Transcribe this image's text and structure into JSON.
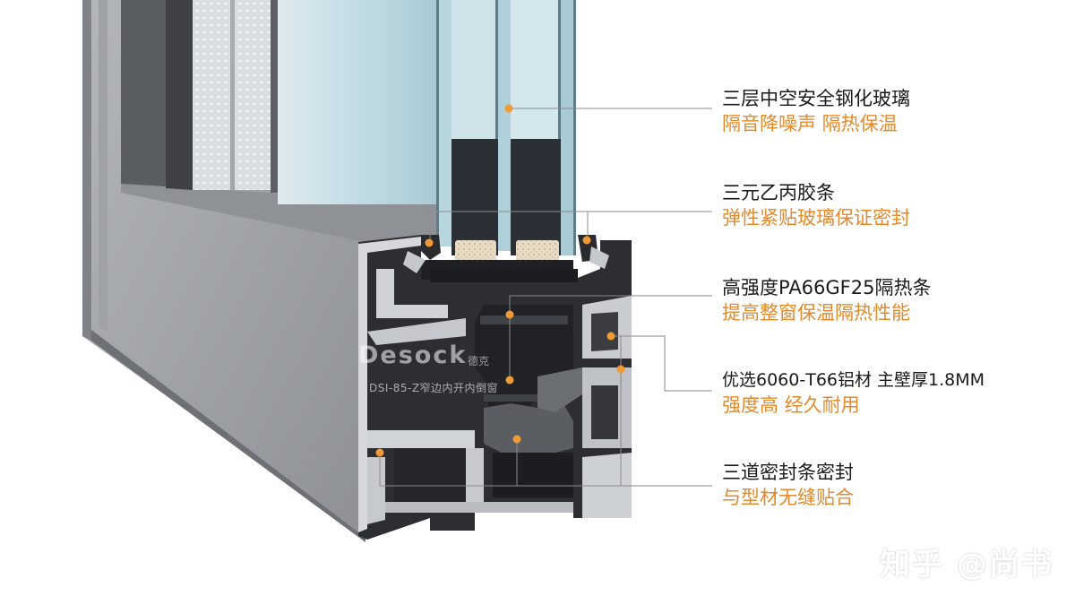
{
  "callouts": [
    {
      "title": "三层中空安全钢化玻璃",
      "subtitle": "隔音降噪声 隔热保温"
    },
    {
      "title": "三元乙丙胶条",
      "subtitle": "弹性紧贴玻璃保证密封"
    },
    {
      "title": "高强度PA66GF25隔热条",
      "subtitle": "提高整窗保温隔热性能"
    },
    {
      "title": "优选6060-T66铝材 主壁厚1.8MM",
      "subtitle": "强度高 经久耐用"
    },
    {
      "title": "三道密封条密封",
      "subtitle": "与型材无缝贴合"
    }
  ],
  "brand": {
    "logo_text": "Desock",
    "logo_cn": "德克",
    "model": "DSI-85-Z窄边内开内倒窗"
  },
  "watermark": "知乎 @尚书",
  "colors": {
    "accent": "#e58a2b",
    "frame": "#9a9da3",
    "dark_frame": "#4a4c50",
    "gasket": "#2b2b2b",
    "glass": "#c9e2e8"
  }
}
